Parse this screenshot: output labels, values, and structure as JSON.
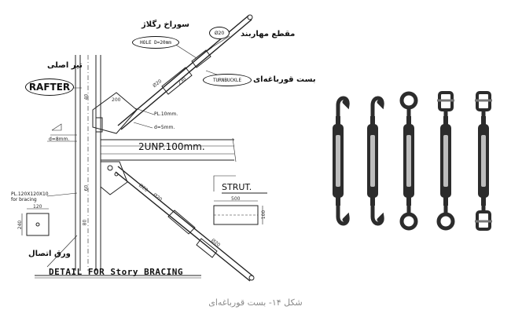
{
  "drawing": {
    "hole_label": "HOLE D=20mm",
    "turnbuckle_label": "TURNBUCKLE",
    "rafter_label": "RAFTER",
    "strut_member_label": "2UNP.100mm.",
    "strut_label": "STRUT.",
    "title": "DETAIL FOR Story BRACING",
    "plate_label_line1": "PL.120X120X10",
    "plate_label_line2": "for bracing",
    "pl10_label": "PL.10mm.",
    "d5_label": "d=5mm.",
    "d8_label": "d=8mm.",
    "fa_hole": "سوراخ رگلاژ",
    "fa_cross_section": "مقطع مهاربند",
    "fa_turnbuckle": "بست قورباغه‌ای",
    "fa_rafter": "تیر اصلی",
    "fa_plate": "ورق اتصال",
    "phi20_a": "Ø20",
    "phi20_b": "Ø20",
    "phi20_c": "Ø20",
    "phi20_d": "Ø20",
    "phi20_e": "Ø20",
    "dim_120": "120",
    "dim_240": "240",
    "dim_500": "500",
    "dim_100": "100",
    "dim_60": "60",
    "dim_40": "40",
    "dim_80": "80",
    "dim_200": "200",
    "dim_230": "230"
  },
  "photo": {
    "turnbuckle_variants": [
      "hook-hook",
      "hook-hook",
      "eye-eye",
      "jaw-eye",
      "jaw-jaw"
    ],
    "metal_color": "#2c2c2c"
  },
  "caption": "شکل ۱۴- بست قورباغه‌ای"
}
